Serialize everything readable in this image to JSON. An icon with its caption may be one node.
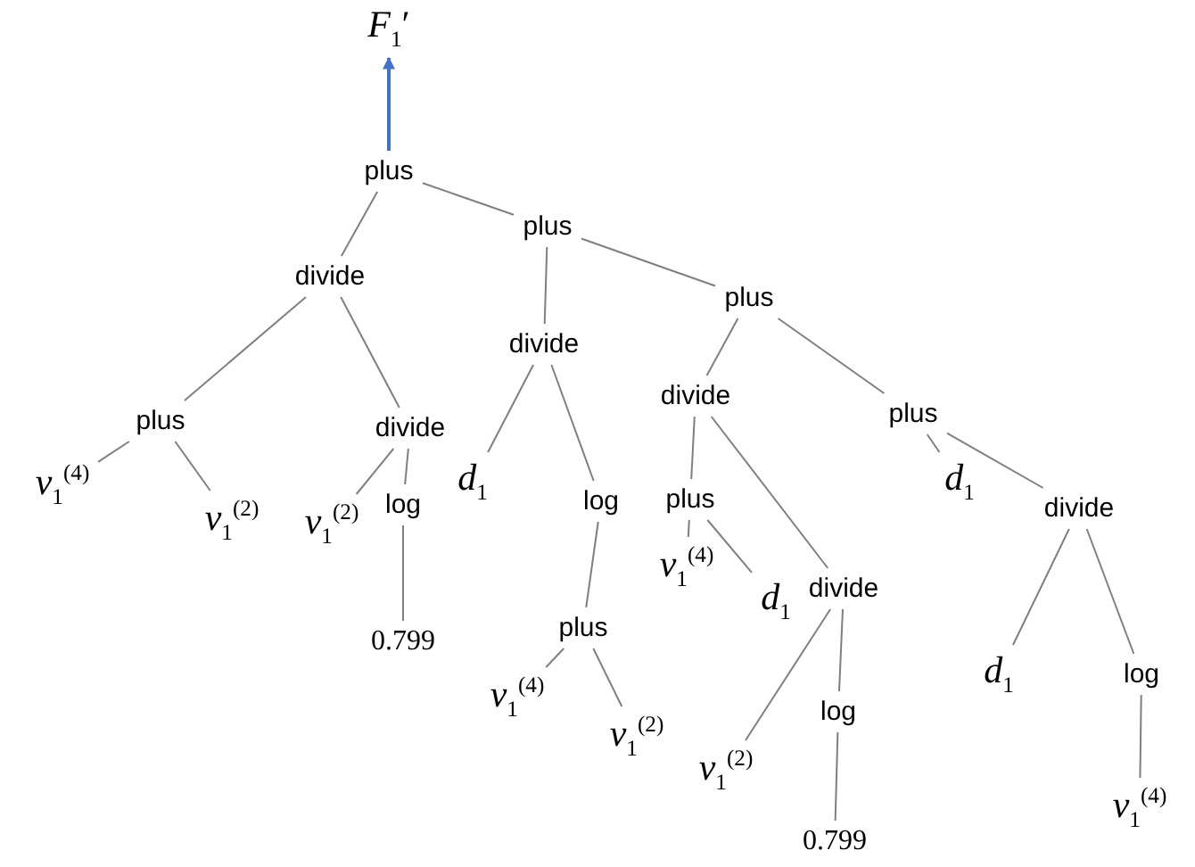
{
  "diagram": {
    "nodes": [
      {
        "text": [
          "*F*$_{1}$′"
        ]
      },
      {
        "text": [
          "plus"
        ]
      },
      {
        "text": [
          "plus"
        ]
      },
      {
        "text": [
          "divide"
        ]
      },
      {
        "text": [
          "plus"
        ]
      },
      {
        "text": [
          "divide"
        ]
      },
      {
        "text": [
          "plus"
        ]
      },
      {
        "text": [
          "divide"
        ]
      },
      {
        "text": [
          "divide"
        ]
      },
      {
        "text": [
          "plus"
        ]
      },
      {
        "text": [
          "*v*$_{1}$$^{(4)}$"
        ]
      },
      {
        "text": [
          "*v*$_{1}$$^{(2)}$"
        ]
      },
      {
        "text": [
          "*v*$_{1}$$^{(2)}$"
        ]
      },
      {
        "text": [
          "log"
        ]
      },
      {
        "text": [
          "*d*$_{1}$"
        ]
      },
      {
        "text": [
          "log"
        ]
      },
      {
        "text": [
          "plus"
        ]
      },
      {
        "text": [
          "*d*$_{1}$"
        ]
      },
      {
        "text": [
          "divide"
        ]
      },
      {
        "text": [
          "0.799"
        ]
      },
      {
        "text": [
          "plus"
        ]
      },
      {
        "text": [
          "*v*$_{1}$$^{(4)}$"
        ]
      },
      {
        "text": [
          "*d*$_{1}$"
        ]
      },
      {
        "text": [
          "divide"
        ]
      },
      {
        "text": [
          "*d*$_{1}$"
        ]
      },
      {
        "text": [
          "log"
        ]
      },
      {
        "text": [
          "*v*$_{1}$$^{(4)}$"
        ]
      },
      {
        "text": [
          "*v*$_{1}$$^{(2)}$"
        ]
      },
      {
        "text": [
          "*v*$_{1}$$^{(2)}$"
        ]
      },
      {
        "text": [
          "log"
        ]
      },
      {
        "text": [
          "*v*$_{1}$$^{(4)}$"
        ]
      },
      {
        "text": [
          "0.799"
        ]
      }
    ],
    "edges": [
      {
        "from": 1,
        "to": 0,
        "arrow": "to",
        "color": "#4472c4"
      },
      {
        "from": 1,
        "to": 3,
        "arrow": "none"
      },
      {
        "from": 1,
        "to": 2,
        "arrow": "none"
      },
      {
        "from": 3,
        "to": 6,
        "arrow": "none"
      },
      {
        "from": 3,
        "to": 7,
        "arrow": "none"
      },
      {
        "from": 6,
        "to": 10,
        "arrow": "none"
      },
      {
        "from": 6,
        "to": 11,
        "arrow": "none"
      },
      {
        "from": 7,
        "to": 12,
        "arrow": "none"
      },
      {
        "from": 7,
        "to": 13,
        "arrow": "none"
      },
      {
        "from": 13,
        "to": 19,
        "arrow": "none"
      },
      {
        "from": 2,
        "to": 5,
        "arrow": "none"
      },
      {
        "from": 2,
        "to": 4,
        "arrow": "none"
      },
      {
        "from": 5,
        "to": 14,
        "arrow": "none"
      },
      {
        "from": 5,
        "to": 15,
        "arrow": "none"
      },
      {
        "from": 15,
        "to": 20,
        "arrow": "none"
      },
      {
        "from": 20,
        "to": 26,
        "arrow": "none"
      },
      {
        "from": 20,
        "to": 27,
        "arrow": "none"
      },
      {
        "from": 4,
        "to": 8,
        "arrow": "none"
      },
      {
        "from": 4,
        "to": 9,
        "arrow": "none"
      },
      {
        "from": 8,
        "to": 16,
        "arrow": "none"
      },
      {
        "from": 8,
        "to": 23,
        "arrow": "none"
      },
      {
        "from": 16,
        "to": 21,
        "arrow": "none"
      },
      {
        "from": 16,
        "to": 22,
        "arrow": "none"
      },
      {
        "from": 23,
        "to": 28,
        "arrow": "none"
      },
      {
        "from": 23,
        "to": 29,
        "arrow": "none"
      },
      {
        "from": 29,
        "to": 31,
        "arrow": "none"
      },
      {
        "from": 9,
        "to": 17,
        "arrow": "none"
      },
      {
        "from": 9,
        "to": 18,
        "arrow": "none"
      },
      {
        "from": 18,
        "to": 24,
        "arrow": "none"
      },
      {
        "from": 18,
        "to": 25,
        "arrow": "none"
      },
      {
        "from": 25,
        "to": 30,
        "arrow": "none"
      }
    ]
  }
}
